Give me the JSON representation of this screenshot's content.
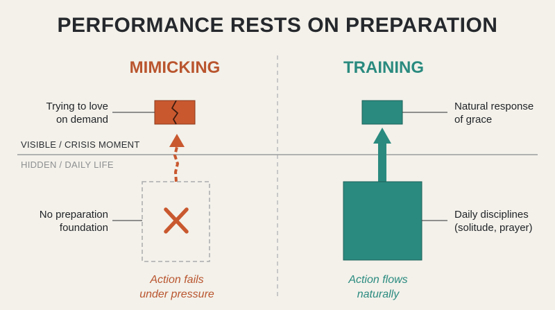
{
  "title": "PERFORMANCE RESTS ON PREPARATION",
  "columns": {
    "mimicking": {
      "heading": "MIMICKING",
      "top_label": [
        "Trying to love",
        "on demand"
      ],
      "bottom_label": [
        "No preparation",
        "foundation"
      ],
      "caption": [
        "Action fails",
        "under pressure"
      ],
      "foundation_status": "x-icon"
    },
    "training": {
      "heading": "TRAINING",
      "top_label": [
        "Natural response",
        "of grace"
      ],
      "bottom_label": [
        "Daily disciplines",
        "(solitude, prayer)"
      ],
      "caption": [
        "Action flows",
        "naturally"
      ]
    }
  },
  "zones": {
    "visible": "VISIBLE / CRISIS MOMENT",
    "hidden": "HIDDEN / DAILY LIFE"
  },
  "colors": {
    "mimicking": "#c9582f",
    "training": "#2a8a7f",
    "background": "#f3f1ea",
    "divider": "#9a9c9e"
  }
}
